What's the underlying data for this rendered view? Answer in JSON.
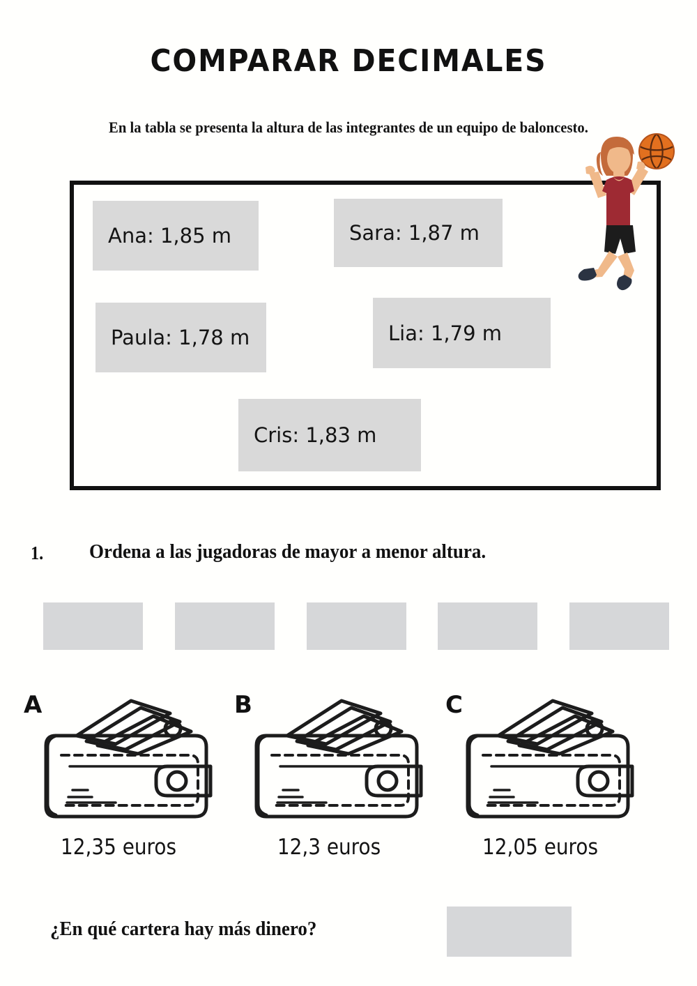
{
  "worksheet": {
    "title": "COMPARAR DECIMALES",
    "intro": "En la tabla se presenta la altura de las integrantes de un equipo de baloncesto."
  },
  "team_table": {
    "players": [
      {
        "id": "ana",
        "label": "Ana: 1,85 m",
        "name": "Ana",
        "height_m": 1.85
      },
      {
        "id": "sara",
        "label": "Sara: 1,87 m",
        "name": "Sara",
        "height_m": 1.87
      },
      {
        "id": "paula",
        "label": "Paula: 1,78 m",
        "name": "Paula",
        "height_m": 1.78
      },
      {
        "id": "lia",
        "label": "Lia: 1,79 m",
        "name": "Lia",
        "height_m": 1.79
      },
      {
        "id": "cris",
        "label": "Cris: 1,83 m",
        "name": "Cris",
        "height_m": 1.83
      }
    ]
  },
  "illustration": {
    "name": "basketball-player",
    "colors": {
      "skin": "#f0b98a",
      "hair": "#c46b3b",
      "jersey": "#9e2a33",
      "shorts": "#1c1c1c",
      "shoes": "#2b3342",
      "ball": "#e2701f",
      "ball_lines": "#5a2a10"
    }
  },
  "question_1": {
    "number": "1.",
    "text": "Ordena a las jugadoras de mayor a menor altura.",
    "answers": [
      "",
      "",
      "",
      "",
      ""
    ]
  },
  "wallets": {
    "items": [
      {
        "letter": "A",
        "amount": "12,35 euros",
        "value": 12.35
      },
      {
        "letter": "B",
        "amount": "12,3 euros",
        "value": 12.3
      },
      {
        "letter": "C",
        "amount": "12,05 euros",
        "value": 12.05
      }
    ]
  },
  "question_2": {
    "text": "¿En qué cartera hay más dinero?",
    "answer": ""
  },
  "colors": {
    "page_background": "#fffffd",
    "chip_fill": "#d9d9d9",
    "chip_shadow": "#262626",
    "answer_box_fill": "#d6d7d9",
    "frame_border": "#111111",
    "text": "#141414"
  }
}
